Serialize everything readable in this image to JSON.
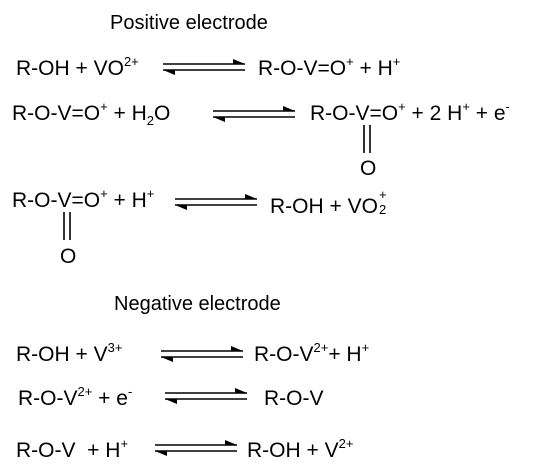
{
  "headings": {
    "positive": "Positive electrode",
    "negative": "Negative electrode"
  },
  "reactions": {
    "p1": {
      "l_a": "R-OH + VO",
      "l_a_sup": "2+",
      "r_a": "R-O-V=O",
      "r_a_sup": "+",
      "r_b": " + H",
      "r_b_sup": "+"
    },
    "p2": {
      "l_a": "R-O-V=O",
      "l_a_sup": "+",
      "l_b": " + H",
      "l_b_sub": "2",
      "l_c": "O",
      "r_a": "R-O-V=O",
      "r_a_sup": "+",
      "r_b": " + 2 H",
      "r_b_sup": "+",
      "r_c": " + e",
      "r_c_sup": "-",
      "r_oxygen": "O"
    },
    "p3": {
      "l_a": "R-O-V=O",
      "l_a_sup": "+",
      "l_b": " + H",
      "l_b_sup": "+",
      "l_oxygen": "O",
      "r_a": "R-OH + VO",
      "r_a_sub": "2",
      "r_a_sup": "+"
    },
    "n1": {
      "l_a": "R-OH + V",
      "l_a_sup": "3+",
      "r_a": "R-O-V",
      "r_a_sup": "2+",
      "r_b": "+ H",
      "r_b_sup": "+"
    },
    "n2": {
      "l_a": "R-O-V",
      "l_a_sup": "2+",
      "l_b": " + e",
      "l_b_sup": "-",
      "r_a": "R-O-V"
    },
    "n3": {
      "l_a": "R-O-V  + H",
      "l_a_sup": "+",
      "r_a": "R-OH + V",
      "r_a_sup": "2+"
    }
  }
}
